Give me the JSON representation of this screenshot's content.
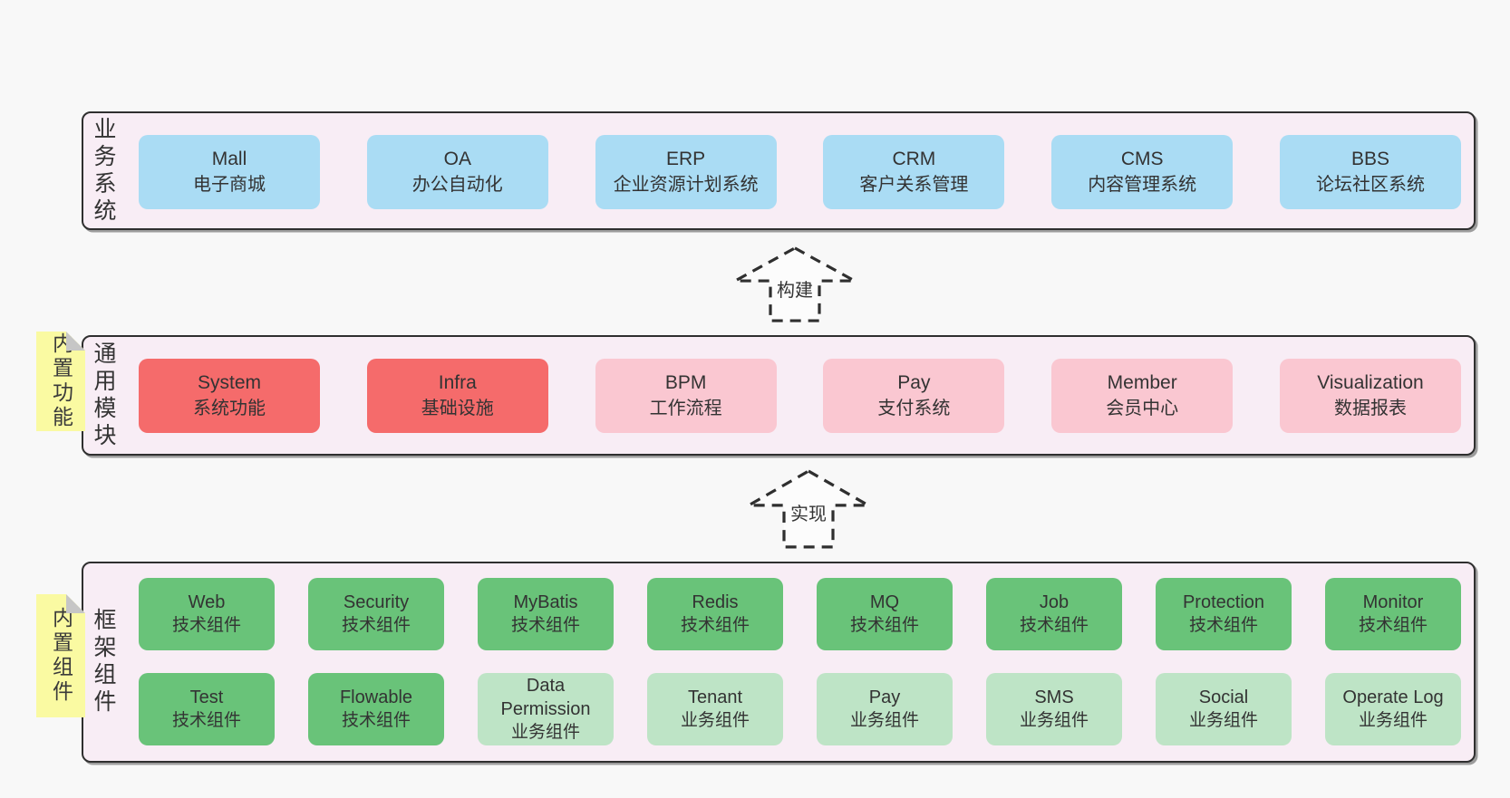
{
  "page": {
    "background": "#f8f8f8"
  },
  "colors": {
    "panel_background": "#f8edf5",
    "panel_border": "#2f2f2f",
    "blue_box": "#aadcf4",
    "red_box": "#f56b6b",
    "pink_box": "#fac7d1",
    "green_box": "#69c379",
    "light_green_box": "#bee4c6",
    "yellow_tab": "#fafaa2",
    "fold_corner": "#c6c6c6",
    "text": "#333333"
  },
  "arrows": [
    {
      "label": "构建"
    },
    {
      "label": "实现"
    }
  ],
  "sections": [
    {
      "id": "business",
      "label": "业务系统",
      "tab": "",
      "rows": [
        [
          {
            "title": "Mall",
            "subtitle": "电子商城",
            "variant": "blue"
          },
          {
            "title": "OA",
            "subtitle": "办公自动化",
            "variant": "blue"
          },
          {
            "title": "ERP",
            "subtitle": "企业资源计划系统",
            "variant": "blue"
          },
          {
            "title": "CRM",
            "subtitle": "客户关系管理",
            "variant": "blue"
          },
          {
            "title": "CMS",
            "subtitle": "内容管理系统",
            "variant": "blue"
          },
          {
            "title": "BBS",
            "subtitle": "论坛社区系统",
            "variant": "blue"
          }
        ]
      ]
    },
    {
      "id": "modules",
      "label": "通用模块",
      "tab": "内置功能",
      "rows": [
        [
          {
            "title": "System",
            "subtitle": "系统功能",
            "variant": "red"
          },
          {
            "title": "Infra",
            "subtitle": "基础设施",
            "variant": "red"
          },
          {
            "title": "BPM",
            "subtitle": "工作流程",
            "variant": "pink"
          },
          {
            "title": "Pay",
            "subtitle": "支付系统",
            "variant": "pink"
          },
          {
            "title": "Member",
            "subtitle": "会员中心",
            "variant": "pink"
          },
          {
            "title": "Visualization",
            "subtitle": "数据报表",
            "variant": "pink"
          }
        ]
      ]
    },
    {
      "id": "framework",
      "label": "框架组件",
      "tab": "内置组件",
      "rows": [
        [
          {
            "title": "Web",
            "subtitle": "技术组件",
            "variant": "green"
          },
          {
            "title": "Security",
            "subtitle": "技术组件",
            "variant": "green"
          },
          {
            "title": "MyBatis",
            "subtitle": "技术组件",
            "variant": "green"
          },
          {
            "title": "Redis",
            "subtitle": "技术组件",
            "variant": "green"
          },
          {
            "title": "MQ",
            "subtitle": "技术组件",
            "variant": "green"
          },
          {
            "title": "Job",
            "subtitle": "技术组件",
            "variant": "green"
          },
          {
            "title": "Protection",
            "subtitle": "技术组件",
            "variant": "green"
          },
          {
            "title": "Monitor",
            "subtitle": "技术组件",
            "variant": "green"
          }
        ],
        [
          {
            "title": "Test",
            "subtitle": "技术组件",
            "variant": "green"
          },
          {
            "title": "Flowable",
            "subtitle": "技术组件",
            "variant": "green"
          },
          {
            "title": "Data Permission",
            "subtitle": "业务组件",
            "variant": "lightgreen"
          },
          {
            "title": "Tenant",
            "subtitle": "业务组件",
            "variant": "lightgreen"
          },
          {
            "title": "Pay",
            "subtitle": "业务组件",
            "variant": "lightgreen"
          },
          {
            "title": "SMS",
            "subtitle": "业务组件",
            "variant": "lightgreen"
          },
          {
            "title": "Social",
            "subtitle": "业务组件",
            "variant": "lightgreen"
          },
          {
            "title": "Operate Log",
            "subtitle": "业务组件",
            "variant": "lightgreen"
          }
        ]
      ]
    }
  ]
}
